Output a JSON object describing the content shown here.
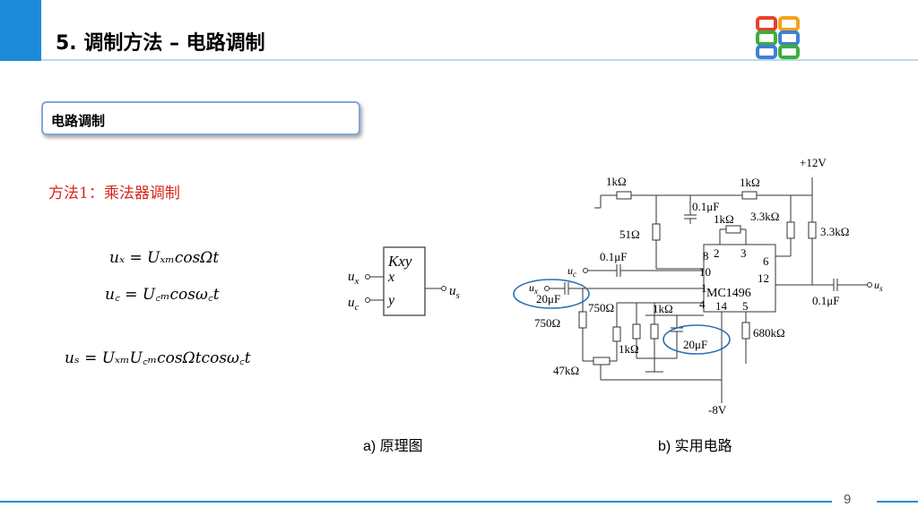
{
  "header": {
    "title": "5. 调制方法 – 电路调制"
  },
  "section": {
    "label": "电路调制"
  },
  "method": {
    "label": "方法1：乘法器调制"
  },
  "equations": {
    "ux": "uₓ = UₓₘcosΩt",
    "uc": "u꜀ = U꜀ₘcosω꜀t",
    "us": "uₛ = UₓₘU꜀ₘcosΩtcosω꜀t"
  },
  "multiplier": {
    "gain": "Kxy",
    "in_x": "x",
    "in_y": "y",
    "ux": "u",
    "ux_sub": "x",
    "uc": "u",
    "uc_sub": "c",
    "us": "u",
    "us_sub": "s"
  },
  "circuit": {
    "supply_pos": "+12V",
    "supply_neg": "-8V",
    "chip": "MC1496",
    "pins": [
      "8",
      "2",
      "3",
      "6",
      "10",
      "12",
      "1",
      "4",
      "14",
      "5"
    ],
    "parts": [
      "1kΩ",
      "1kΩ",
      "0.1μF",
      "1kΩ",
      "3.3kΩ",
      "51Ω",
      "3.3kΩ",
      "0.1μF",
      "20μF",
      "0.1μF",
      "750Ω",
      "750Ω",
      "1kΩ",
      "1kΩ",
      "20μF",
      "680kΩ",
      "47kΩ"
    ],
    "in_uc": "u",
    "in_uc_sub": "c",
    "in_ux": "u",
    "in_ux_sub": "x",
    "out_us": "u",
    "out_us_sub": "s"
  },
  "captions": {
    "a": "a) 原理图",
    "b": "b) 实用电路"
  },
  "footer": {
    "page": "9"
  },
  "colors": {
    "accent": "#1d8ad8",
    "method": "#d9251d",
    "highlight": "#2a6fb5"
  }
}
